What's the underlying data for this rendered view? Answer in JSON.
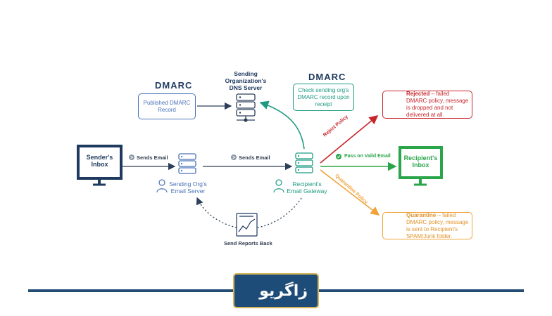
{
  "dmarc_logo_1": "DMARC",
  "dmarc_logo_2": "DMARC",
  "dns_server_label": "Sending Organization's DNS Server",
  "published_record": "Published DMARC Record",
  "check_record": "Check sending org's DMARC record upon receipt",
  "senders_inbox": "Sender's Inbox",
  "sends_email_1": "Sends Email",
  "sends_email_2": "Sends Email",
  "sending_server_label": "Sending Org's Email Server",
  "recipient_gateway_label": "Recipient's Email Gateway",
  "reject_policy": "Reject Policy",
  "pass_valid": "Pass on Valid Email",
  "quarantine_policy": "Quarantine Policy",
  "rejected_title": "Rejected",
  "rejected_text": " – failed DMARC policy, message is dropped and not delivered at all.",
  "recipients_inbox": "Recipient's Inbox",
  "quarantine_title": "Quarantine",
  "quarantine_text": " – failed DMARC policy, message is sent to Recipient's SPAM/Junk folder.",
  "send_reports_back": "Send Reports Back",
  "brand_text": "زاگریو",
  "colors": {
    "navy": "#1f3a5f",
    "blue": "#4a72b8",
    "teal": "#1d9b82",
    "red": "#c8262c",
    "green": "#2aa54a",
    "orange": "#f0a33a"
  }
}
